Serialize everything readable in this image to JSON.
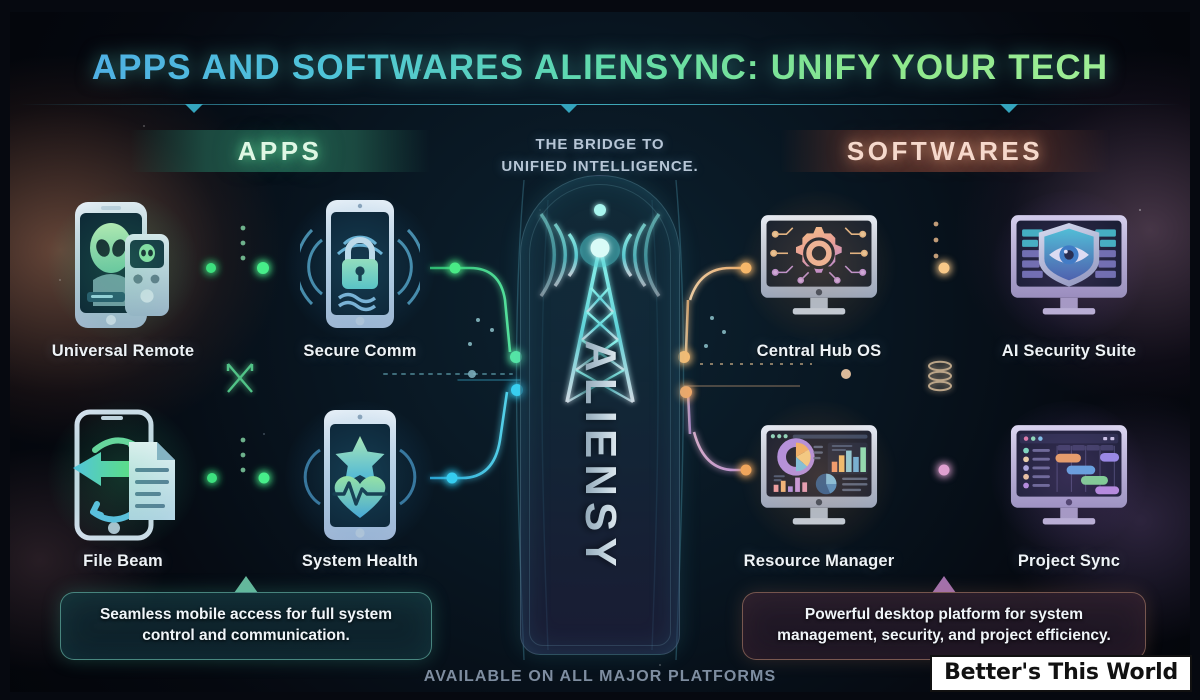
{
  "header": {
    "title": "APPS AND SOFTWARES ALIENSYNC: UNIFY YOUR TECH"
  },
  "sections": {
    "left": {
      "heading": "APPS"
    },
    "right": {
      "heading": "SOFTWARES"
    }
  },
  "center": {
    "bridge_line1": "THE BRIDGE TO",
    "bridge_line2": "UNIFIED INTELLIGENCE.",
    "vertical_label": "ALIENSY",
    "tower_icon": "broadcast-tower-icon"
  },
  "apps": [
    {
      "label": "Universal Remote",
      "icon": "phone-alien-remote-icon"
    },
    {
      "label": "Secure Comm",
      "icon": "phone-padlock-signal-icon"
    },
    {
      "label": "File Beam",
      "icon": "phone-file-transfer-icon"
    },
    {
      "label": "System Health",
      "icon": "tablet-heart-pulse-icon"
    }
  ],
  "softwares": [
    {
      "label": "Central Hub OS",
      "icon": "monitor-gear-circuit-icon"
    },
    {
      "label": "AI Security Suite",
      "icon": "monitor-shield-eye-icon"
    },
    {
      "label": "Resource Manager",
      "icon": "monitor-dashboard-charts-icon"
    },
    {
      "label": "Project Sync",
      "icon": "monitor-gantt-chart-icon"
    }
  ],
  "captions": {
    "apps": "Seamless mobile access for full system control and communication.",
    "softwares": "Powerful desktop platform for system management, security, and project efficiency."
  },
  "footer": {
    "availability": "AVAILABLE ON ALL MAJOR PLATFORMS",
    "watermark": "Better's This World"
  },
  "colors": {
    "title_start": "#4fa8e8",
    "title_end": "#a6f09a",
    "apps_accent": "#3fd98a",
    "comm_accent": "#35c8e8",
    "softwares_accent": "#f0a85c",
    "project_accent": "#b07ddb",
    "tower_accent": "#63e3dd",
    "background": "#05080f"
  }
}
